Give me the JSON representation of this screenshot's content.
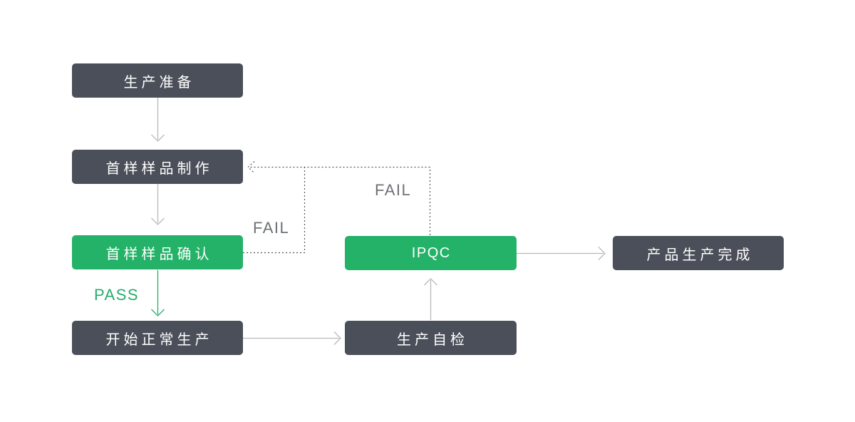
{
  "diagram": {
    "type": "flowchart",
    "nodes": [
      {
        "id": "production-prep",
        "label": "生产准备",
        "variant": "dark"
      },
      {
        "id": "first-sample-make",
        "label": "首样样品制作",
        "variant": "dark"
      },
      {
        "id": "first-sample-confirm",
        "label": "首样样品确认",
        "variant": "green"
      },
      {
        "id": "start-normal-production",
        "label": "开始正常生产",
        "variant": "dark"
      },
      {
        "id": "ipqc",
        "label": "IPQC",
        "variant": "green"
      },
      {
        "id": "production-self-check",
        "label": "生产自检",
        "variant": "dark"
      },
      {
        "id": "product-complete",
        "label": "产品生产完成",
        "variant": "dark"
      }
    ],
    "edges": [
      {
        "from": "production-prep",
        "to": "first-sample-make",
        "style": "solid-gray",
        "label": ""
      },
      {
        "from": "first-sample-make",
        "to": "first-sample-confirm",
        "style": "solid-gray",
        "label": ""
      },
      {
        "from": "first-sample-confirm",
        "to": "start-normal-production",
        "style": "solid-green",
        "label": "PASS"
      },
      {
        "from": "start-normal-production",
        "to": "production-self-check",
        "style": "solid-gray",
        "label": ""
      },
      {
        "from": "production-self-check",
        "to": "ipqc",
        "style": "solid-gray",
        "label": ""
      },
      {
        "from": "ipqc",
        "to": "product-complete",
        "style": "solid-gray",
        "label": ""
      },
      {
        "from": "first-sample-confirm",
        "to": "first-sample-make",
        "style": "dotted",
        "label": "FAIL"
      },
      {
        "from": "ipqc",
        "to": "first-sample-make",
        "style": "dotted",
        "label": "FAIL"
      }
    ]
  },
  "colors": {
    "box_dark": "#4a4f59",
    "box_green": "#24b268",
    "box_text": "#ffffff",
    "arrow_gray": "#b8babd",
    "arrow_green": "#27ad6e",
    "dotted_line": "#53575c",
    "fail_text": "#6e7276",
    "pass_text": "#27ad6e",
    "background": "#ffffff"
  }
}
